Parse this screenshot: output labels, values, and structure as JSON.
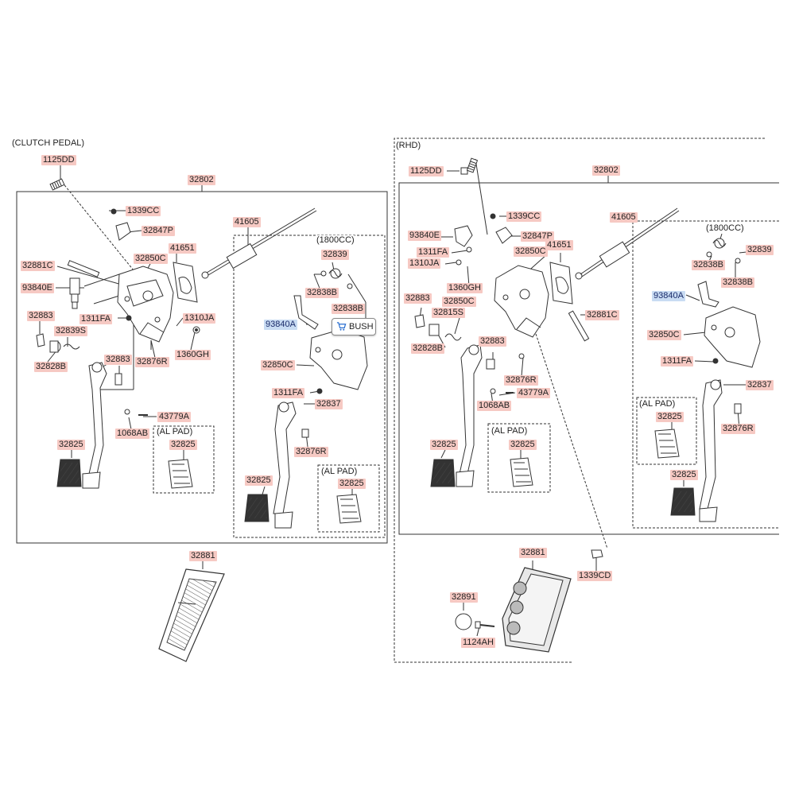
{
  "sections": {
    "clutch": "(CLUTCH PEDAL)",
    "rhd": "(RHD)",
    "cc1": "(1800CC)",
    "cc2": "(1800CC)",
    "alpad1": "(AL PAD)",
    "alpad2": "(AL PAD)",
    "alpad3": "(AL PAD)",
    "alpad4": "(AL PAD)"
  },
  "tooltip": {
    "icon": "cart-icon",
    "label": "BUSH"
  },
  "colors": {
    "label_fill": "#f6c9c3",
    "label_fill_highlight": "#c9dcf3",
    "line": "#333333"
  },
  "labels": {
    "l01": "1125DD",
    "l02": "32802",
    "l03": "1339CC",
    "l04": "32847P",
    "l05": "41605",
    "l06": "41651",
    "l07": "32881C",
    "l08": "32850C",
    "l09": "93840E",
    "l10": "32883",
    "l11": "1311FA",
    "l12": "1310JA",
    "l13": "32839S",
    "l14": "1360GH",
    "l15": "32828B",
    "l16": "32883",
    "l17": "32876R",
    "l18": "43779A",
    "l19": "1068AB",
    "l20": "32825",
    "l21": "32825",
    "l22": "32839",
    "l23": "32838B",
    "l24": "32838B",
    "l25": "93840A",
    "l26": "32850C",
    "l27": "1311FA",
    "l28": "32837",
    "l29": "32876R",
    "l30": "32825",
    "l31": "32825",
    "l32": "32881",
    "r01": "1125DD",
    "r02": "32802",
    "r03": "1339CC",
    "r04": "41605",
    "r05": "93840E",
    "r06": "32847P",
    "r07": "1311FA",
    "r08": "41651",
    "r09": "1310JA",
    "r10": "32850C",
    "r11": "1360GH",
    "r12": "32883",
    "r13": "32850C",
    "r14": "32815S",
    "r15": "32881C",
    "r16": "32828B",
    "r17": "32883",
    "r18": "32876R",
    "r19": "43779A",
    "r20": "1068AB",
    "r21": "32825",
    "r22": "32825",
    "r23": "32839",
    "r24": "32838B",
    "r25": "32838B",
    "r26": "93840A",
    "r27": "32850C",
    "r28": "1311FA",
    "r29": "32837",
    "r30": "32825",
    "r31": "32876R",
    "r32": "32825",
    "r33": "32881",
    "r34": "32891",
    "r35": "1339CD",
    "r36": "1124AH"
  }
}
